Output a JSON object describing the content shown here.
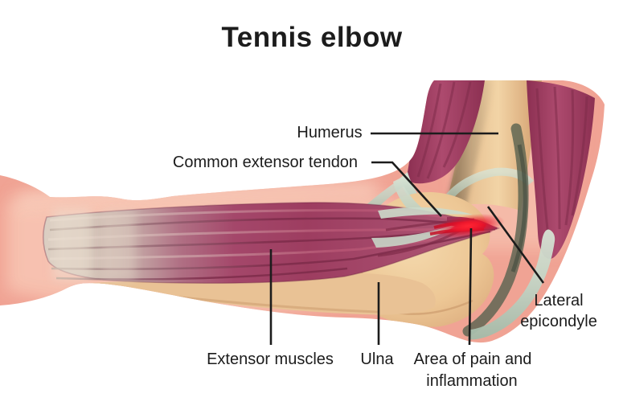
{
  "title": "Tennis elbow",
  "labels": {
    "humerus": "Humerus",
    "common_extensor_tendon": "Common extensor tendon",
    "extensor_muscles": "Extensor muscles",
    "ulna": "Ulna",
    "area_of_pain": {
      "line1": "Area of pain and",
      "line2": "inflammation"
    },
    "lateral_epicondyle": {
      "line1": "Lateral",
      "line2": "epicondyle"
    }
  },
  "colors": {
    "background": "#ffffff",
    "text": "#1c1c1c",
    "leader_line": "#1c1c1c",
    "skin": "#f0a394",
    "skin_light": "#f7c3b1",
    "muscle": "#a0405f",
    "muscle_dark": "#7c2b49",
    "tendon_pale": "#d8cbc0",
    "tendon_sage": "#c2d3c4",
    "bone": "#edc795",
    "pain_red": "#e8212d"
  }
}
